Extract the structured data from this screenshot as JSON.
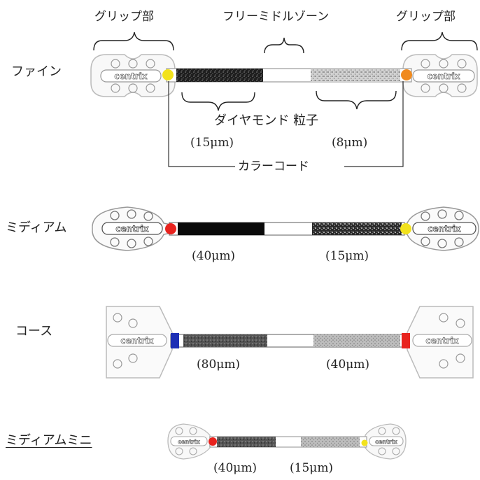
{
  "top_labels": {
    "grip_left": "グリップ部",
    "free_middle": "フリーミドルゾーン",
    "grip_right": "グリップ部"
  },
  "fine": {
    "name": "ファイン",
    "diamond_label": "ダイヤモンド 粒子",
    "left_grit": "(15μm)",
    "right_grit": "(8μm)",
    "color_code": "カラーコード"
  },
  "medium": {
    "name": "ミディアム",
    "left_grit": "(40μm)",
    "right_grit": "(15μm)"
  },
  "coarse": {
    "name": "コース",
    "left_grit": "(80μm)",
    "right_grit": "(40μm)"
  },
  "medium_mini": {
    "name": "ミディアムミニ",
    "left_grit": "(40μm)",
    "right_grit": "(15μm)"
  },
  "brand": "centrix",
  "colors": {
    "yellow": "#f2e21c",
    "orange": "#f08a1e",
    "red": "#e8231e",
    "blue": "#1d2fb5"
  }
}
